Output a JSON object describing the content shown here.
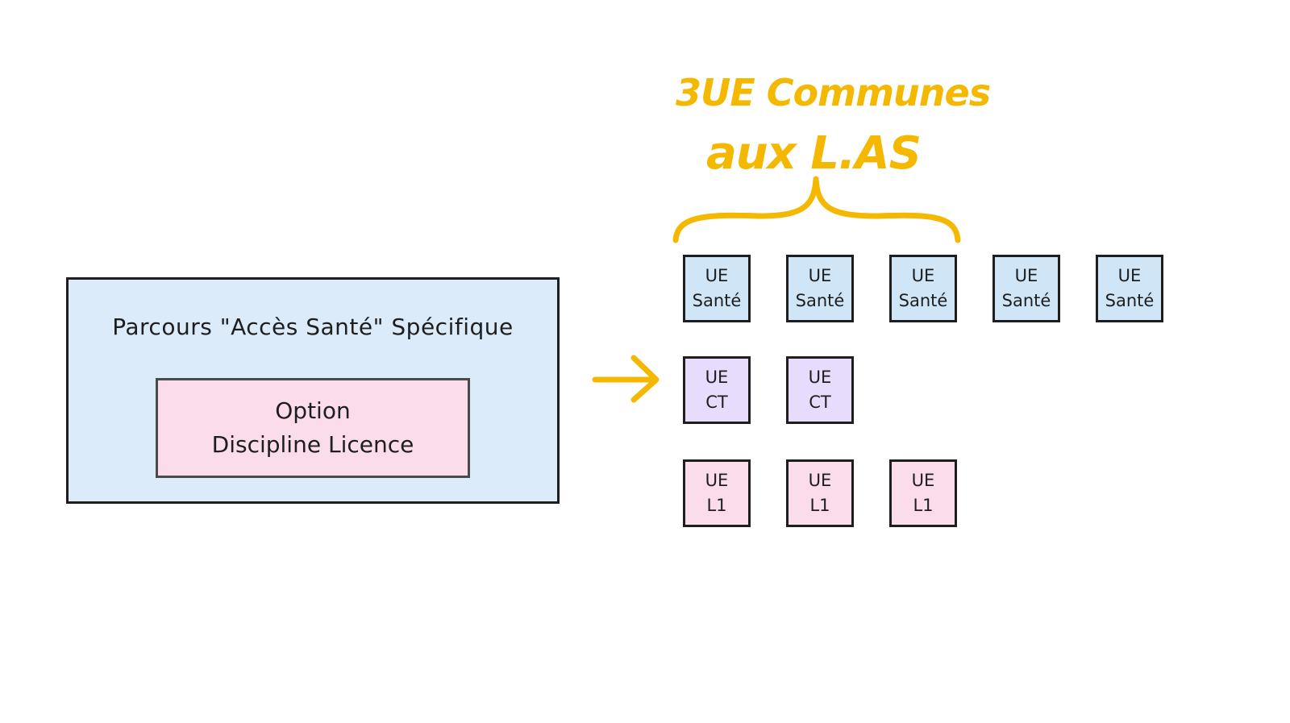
{
  "annotation": {
    "line1": "3UE Communes",
    "line2": "aux L.AS",
    "color": "#f5b800"
  },
  "main_box": {
    "title": "Parcours \"Accès Santé\" Spécifique",
    "color": "#dbebfa",
    "option": {
      "line1": "Option",
      "line2": "Discipline Licence",
      "color": "#fadcea"
    }
  },
  "ue_rows": {
    "sante": [
      {
        "line1": "UE",
        "line2": "Santé"
      },
      {
        "line1": "UE",
        "line2": "Santé"
      },
      {
        "line1": "UE",
        "line2": "Santé"
      },
      {
        "line1": "UE",
        "line2": "Santé"
      },
      {
        "line1": "UE",
        "line2": "Santé"
      }
    ],
    "ct": [
      {
        "line1": "UE",
        "line2": "CT"
      },
      {
        "line1": "UE",
        "line2": "CT"
      }
    ],
    "l1": [
      {
        "line1": "UE",
        "line2": "L1"
      },
      {
        "line1": "UE",
        "line2": "L1"
      },
      {
        "line1": "UE",
        "line2": "L1"
      }
    ]
  }
}
